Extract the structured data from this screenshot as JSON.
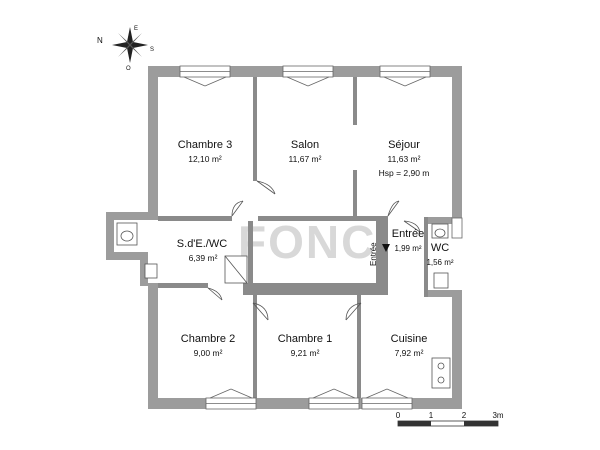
{
  "compass": {
    "n": "N",
    "e": "E",
    "s": "S",
    "o": "O"
  },
  "rooms": {
    "chambre3": {
      "name": "Chambre 3",
      "area": "12,10 m²"
    },
    "salon": {
      "name": "Salon",
      "area": "11,67 m²"
    },
    "sejour": {
      "name": "Séjour",
      "area": "11,63 m²",
      "extra": "Hsp = 2,90 m"
    },
    "sde_wc": {
      "name": "S.d'E./WC",
      "area": "6,39 m²"
    },
    "entree": {
      "name": "Entrée",
      "area": "1,99 m²"
    },
    "wc": {
      "name": "WC",
      "area": "1,56 m²"
    },
    "chambre2": {
      "name": "Chambre 2",
      "area": "9,00 m²"
    },
    "chambre1": {
      "name": "Chambre 1",
      "area": "9,21 m²"
    },
    "cuisine": {
      "name": "Cuisine",
      "area": "7,92 m²"
    }
  },
  "entrance_label": "Entrée",
  "watermark": "FONCI",
  "scale": {
    "labels": [
      "0",
      "1",
      "2",
      "3m"
    ]
  },
  "colors": {
    "wall": "#9c9c9c",
    "wall_dark": "#8a8a8a",
    "text": "#111111",
    "watermark": "#d8d8d8"
  }
}
